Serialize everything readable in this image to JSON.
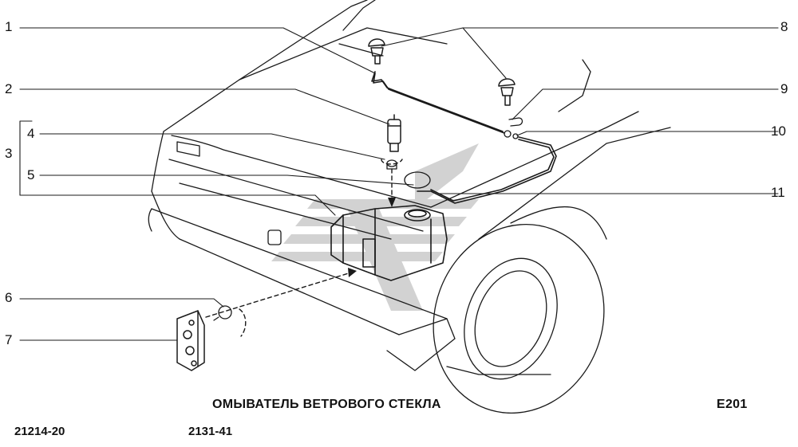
{
  "diagram": {
    "title": "ОМЫВАТЕЛЬ ВЕТРОВОГО СТЕКЛА",
    "sheet_code": "E201",
    "model_codes": [
      "21214-20",
      "2131-41"
    ],
    "callouts": [
      "1",
      "2",
      "3",
      "4",
      "5",
      "6",
      "7",
      "8",
      "9",
      "10",
      "11"
    ]
  },
  "colors": {
    "line": "#1a1a1a",
    "watermark": "#bdbdbd"
  }
}
